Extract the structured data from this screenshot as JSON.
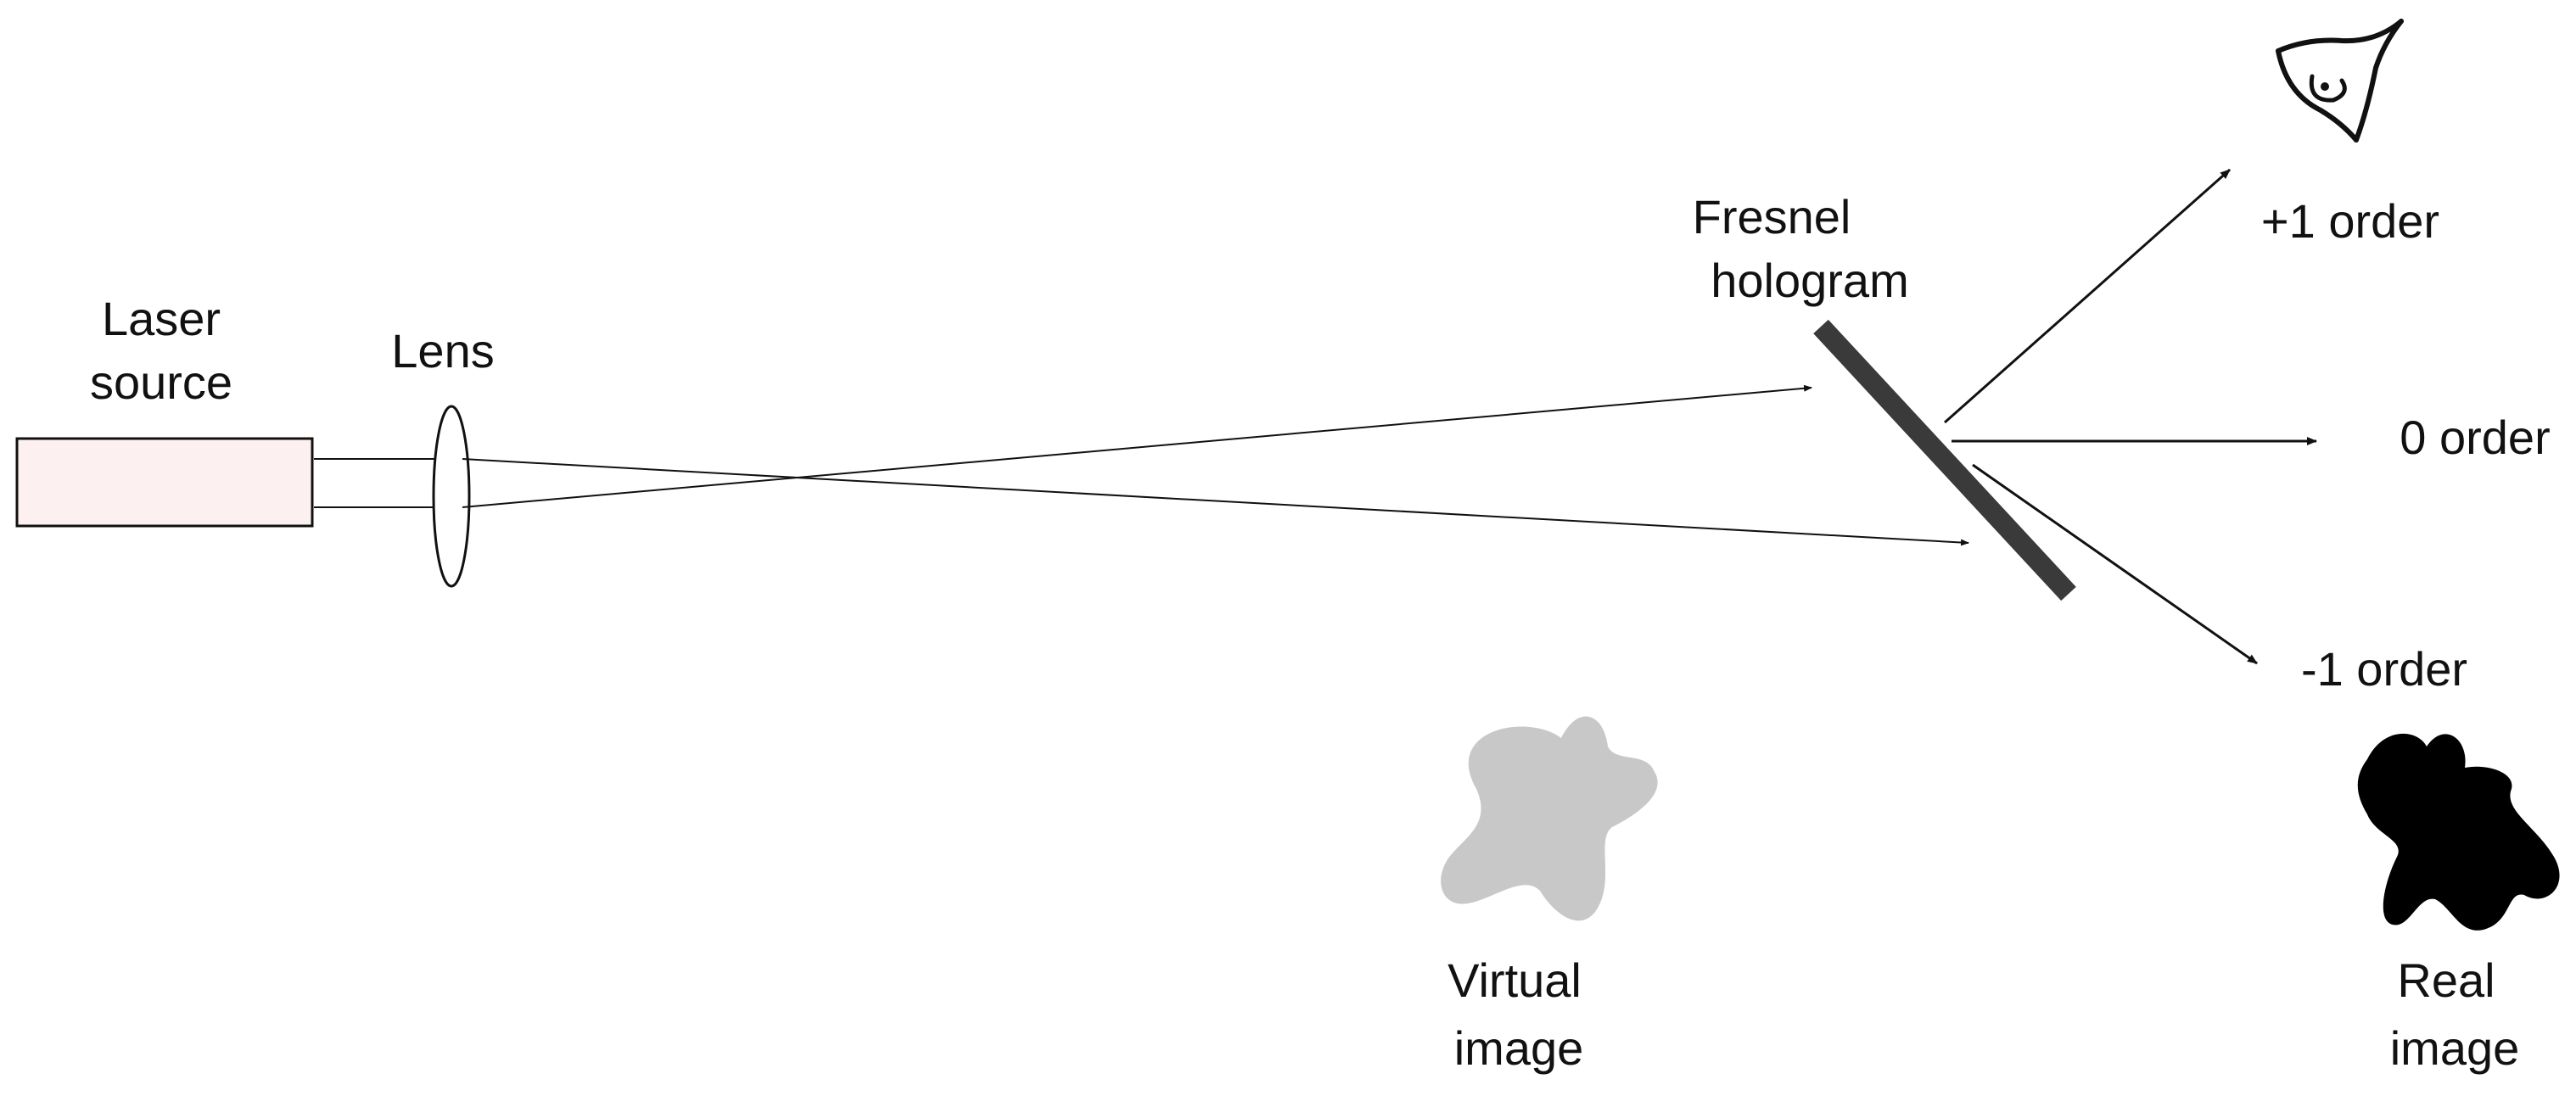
{
  "labels": {
    "laser_line1": "Laser",
    "laser_line2": "source",
    "lens": "Lens",
    "fresnel_line1": "Fresnel",
    "fresnel_line2": "hologram",
    "plus1": "+1 order",
    "zero": "0 order",
    "minus1": "-1 order",
    "virtual_line1": "Virtual",
    "virtual_line2": "image",
    "real_line1": "Real",
    "real_line2": "image"
  },
  "colors": {
    "stroke": "#111111",
    "laser_fill": "#fdf0f0",
    "hologram": "#3a3a3a",
    "virtual_image": "#c8c8c8",
    "real_image": "#000000"
  },
  "icons": {
    "observer": "eye-icon"
  }
}
